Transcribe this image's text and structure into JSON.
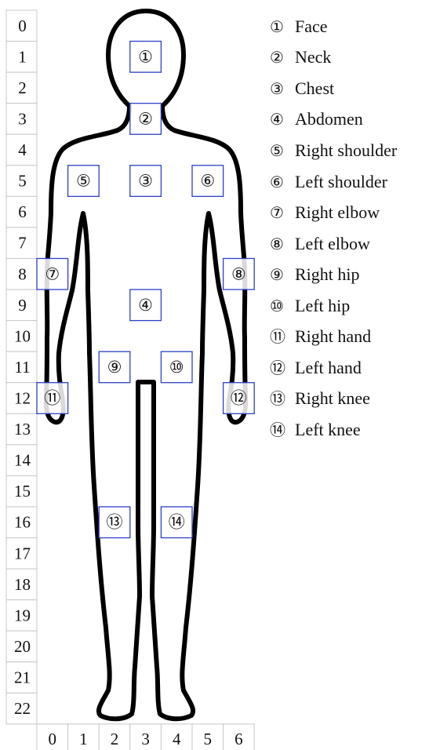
{
  "grid": {
    "row_labels": [
      "0",
      "1",
      "2",
      "3",
      "4",
      "5",
      "6",
      "7",
      "8",
      "9",
      "10",
      "11",
      "12",
      "13",
      "14",
      "15",
      "16",
      "17",
      "18",
      "19",
      "20",
      "21",
      "22"
    ],
    "col_labels": [
      "0",
      "1",
      "2",
      "3",
      "4",
      "5",
      "6"
    ]
  },
  "markers": [
    {
      "num": "①",
      "col": 3,
      "row": 1
    },
    {
      "num": "②",
      "col": 3,
      "row": 3
    },
    {
      "num": "③",
      "col": 3,
      "row": 5
    },
    {
      "num": "④",
      "col": 3,
      "row": 9
    },
    {
      "num": "⑤",
      "col": 1,
      "row": 5
    },
    {
      "num": "⑥",
      "col": 5,
      "row": 5
    },
    {
      "num": "⑦",
      "col": 0,
      "row": 8
    },
    {
      "num": "⑧",
      "col": 6,
      "row": 8
    },
    {
      "num": "⑨",
      "col": 2,
      "row": 11
    },
    {
      "num": "⑩",
      "col": 4,
      "row": 11
    },
    {
      "num": "⑪",
      "col": 0,
      "row": 12
    },
    {
      "num": "⑫",
      "col": 6,
      "row": 12
    },
    {
      "num": "⑬",
      "col": 2,
      "row": 16
    },
    {
      "num": "⑭",
      "col": 4,
      "row": 16
    }
  ],
  "legend": [
    {
      "num": "①",
      "label": "Face"
    },
    {
      "num": "②",
      "label": "Neck"
    },
    {
      "num": "③",
      "label": "Chest"
    },
    {
      "num": "④",
      "label": "Abdomen"
    },
    {
      "num": "⑤",
      "label": "Right shoulder"
    },
    {
      "num": "⑥",
      "label": "Left shoulder"
    },
    {
      "num": "⑦",
      "label": "Right elbow"
    },
    {
      "num": "⑧",
      "label": "Left elbow"
    },
    {
      "num": "⑨",
      "label": "Right hip"
    },
    {
      "num": "⑩",
      "label": "Left hip"
    },
    {
      "num": "⑪",
      "label": "Right hand"
    },
    {
      "num": "⑫",
      "label": "Left hand"
    },
    {
      "num": "⑬",
      "label": "Right knee"
    },
    {
      "num": "⑭",
      "label": "Left knee"
    }
  ],
  "colors": {
    "marker_border": "#2d3fc8",
    "grid_line": "#c8c8c8",
    "outline": "#000000"
  }
}
